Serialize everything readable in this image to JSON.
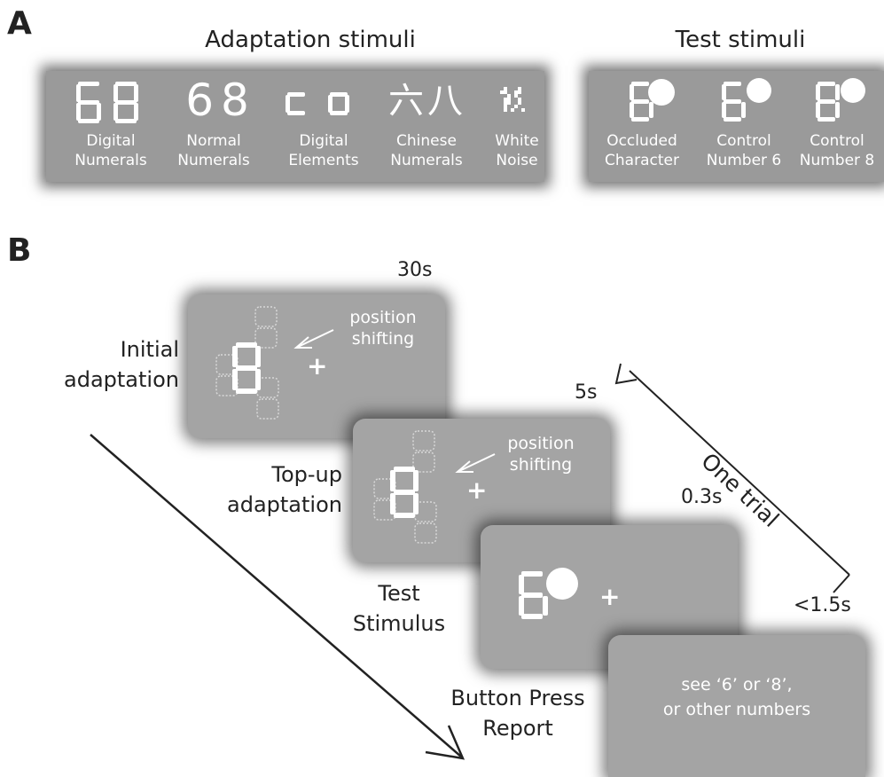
{
  "panel_a": {
    "letter": "A",
    "adaptation_title": "Adaptation stimuli",
    "test_title": "Test stimuli",
    "adaptation_items": [
      {
        "glyph": "68",
        "label": "Digital\nNumerals"
      },
      {
        "glyph": "68",
        "label": "Normal\nNumerals"
      },
      {
        "glyph": "",
        "label": "Digital\nElements"
      },
      {
        "glyph": "六八",
        "label": "Chinese\nNumerals"
      },
      {
        "glyph": "",
        "label": "White\nNoise"
      }
    ],
    "test_items": [
      {
        "label": "Occluded\nCharacter"
      },
      {
        "label": "Control\nNumber 6"
      },
      {
        "label": "Control\nNumber 8"
      }
    ]
  },
  "panel_b": {
    "letter": "B",
    "durations": [
      "30s",
      "5s",
      "0.3s",
      "<1.5s"
    ],
    "stages": [
      "Initial\nadaptation",
      "Top-up\nadaptation",
      "Test\nStimulus",
      "Button Press\nReport"
    ],
    "shift_label": "position\nshifting",
    "fixation": "+",
    "report_text": "see ‘6’ or ‘8’,\nor other numbers",
    "trial_label": "One trial"
  },
  "colors": {
    "panel_gray": "#9a9a9a",
    "screen_gray": "#a4a4a4",
    "stimulus_white": "#ffffff"
  }
}
